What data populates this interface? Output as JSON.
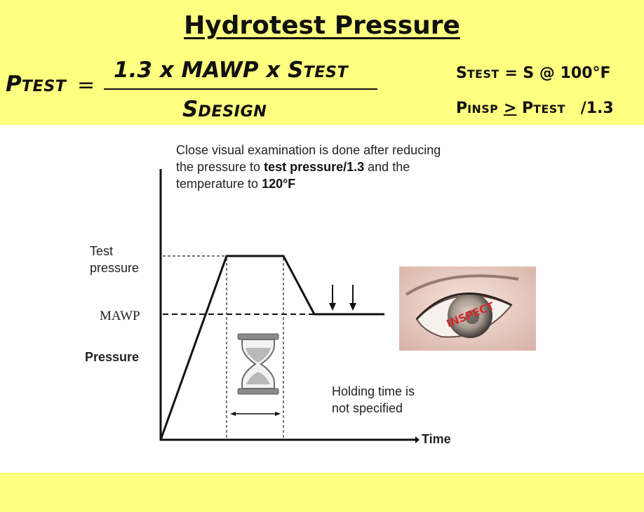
{
  "title": "Hydrotest Pressure",
  "formula": {
    "lhs_main": "P",
    "lhs_sub": "TEST",
    "equals": "=",
    "numerator_a": "1.3 x MAWP x S",
    "numerator_sub": "TEST",
    "denominator_main": "S",
    "denominator_sub": "DESIGN"
  },
  "side_notes": {
    "line1_main": "S",
    "line1_sub": "TEST",
    "line1_rest": " = S @ 100°F",
    "line2_main": "P",
    "line2_sub": "INSP",
    "line2_op": ">",
    "line2_main2": "P",
    "line2_sub2": "TEST",
    "line2_rest": "/1.3"
  },
  "diagram": {
    "caption_part1": "Close visual examination is done after reducing the pressure to ",
    "caption_bold1": "test pressure/1.3",
    "caption_part2": " and the temperature to ",
    "caption_bold2": "120°F",
    "label_test_line1": "Test",
    "label_test_line2": "pressure",
    "label_mawp": "MAWP",
    "label_pressure": "Pressure",
    "label_time": "Time",
    "label_holding_line1": "Holding time is",
    "label_holding_line2": "not specified",
    "eye_text": "INSPECT"
  },
  "colors": {
    "band": "#ffff80",
    "ink": "#111111",
    "hourglass_frame": "#7d7d7d",
    "hourglass_sand": "#b9b9b9",
    "eye_text": "#d22a2a"
  }
}
